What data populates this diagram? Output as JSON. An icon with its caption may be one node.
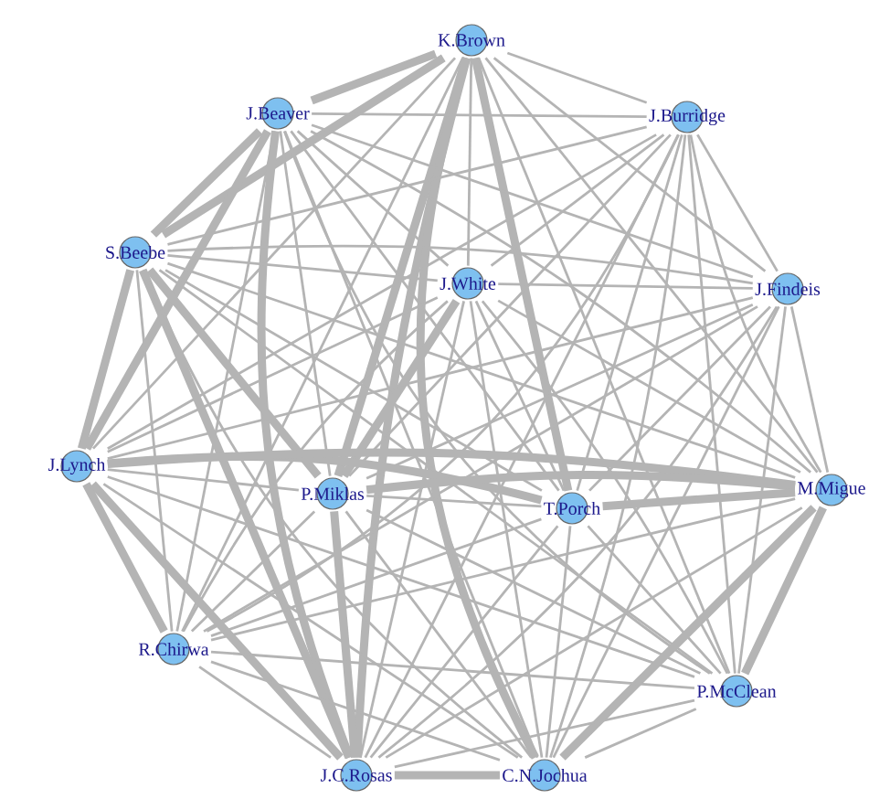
{
  "diagram": {
    "nodes": [
      {
        "text": [
          "K.Brown"
        ]
      },
      {
        "text": [
          "J.Beaver"
        ]
      },
      {
        "text": [
          "J.Burridge"
        ]
      },
      {
        "text": [
          "S.Beebe"
        ]
      },
      {
        "text": [
          "J.White"
        ]
      },
      {
        "text": [
          "J.Findeis"
        ]
      },
      {
        "text": [
          "J.Lynch"
        ]
      },
      {
        "text": [
          "P.Miklas"
        ]
      },
      {
        "text": [
          "T.Porch"
        ]
      },
      {
        "text": [
          "M.Migue"
        ]
      },
      {
        "text": [
          "R.Chirwa"
        ]
      },
      {
        "text": [
          "P.McClean"
        ]
      },
      {
        "text": [
          "J.C.Rosas"
        ]
      },
      {
        "text": [
          "C.N.Jochua"
        ]
      }
    ],
    "edges": [
      {
        "from": 0,
        "to": 1,
        "arrow": "none",
        "style": "thick"
      },
      {
        "from": 0,
        "to": 2,
        "arrow": "none"
      },
      {
        "from": 0,
        "to": 3,
        "arrow": "none",
        "style": "thick"
      },
      {
        "from": 0,
        "to": 4,
        "arrow": "none"
      },
      {
        "from": 0,
        "to": 5,
        "arrow": "none"
      },
      {
        "from": 0,
        "to": 6,
        "arrow": "none"
      },
      {
        "from": 0,
        "to": 7,
        "arrow": "none",
        "style": "thick"
      },
      {
        "from": 0,
        "to": 8,
        "arrow": "none",
        "style": "thick"
      },
      {
        "from": 0,
        "to": 9,
        "arrow": "none"
      },
      {
        "from": 0,
        "to": 10,
        "arrow": "none"
      },
      {
        "from": 0,
        "to": 11,
        "arrow": "none"
      },
      {
        "from": 0,
        "to": 12,
        "arrow": "none",
        "style": "thick"
      },
      {
        "from": 0,
        "to": 13,
        "arrow": "none",
        "style": "thick"
      },
      {
        "from": 1,
        "to": 2,
        "arrow": "none"
      },
      {
        "from": 1,
        "to": 3,
        "arrow": "none",
        "style": "thick"
      },
      {
        "from": 1,
        "to": 4,
        "arrow": "none"
      },
      {
        "from": 1,
        "to": 5,
        "arrow": "none"
      },
      {
        "from": 1,
        "to": 6,
        "arrow": "none",
        "style": "thick"
      },
      {
        "from": 1,
        "to": 7,
        "arrow": "none"
      },
      {
        "from": 1,
        "to": 8,
        "arrow": "none"
      },
      {
        "from": 1,
        "to": 9,
        "arrow": "none"
      },
      {
        "from": 1,
        "to": 10,
        "arrow": "none"
      },
      {
        "from": 1,
        "to": 11,
        "arrow": "none"
      },
      {
        "from": 1,
        "to": 12,
        "arrow": "none",
        "style": "thick"
      },
      {
        "from": 1,
        "to": 13,
        "arrow": "none"
      },
      {
        "from": 2,
        "to": 3,
        "arrow": "none"
      },
      {
        "from": 2,
        "to": 4,
        "arrow": "none"
      },
      {
        "from": 2,
        "to": 5,
        "arrow": "none"
      },
      {
        "from": 2,
        "to": 6,
        "arrow": "none"
      },
      {
        "from": 2,
        "to": 7,
        "arrow": "none"
      },
      {
        "from": 2,
        "to": 8,
        "arrow": "none"
      },
      {
        "from": 2,
        "to": 9,
        "arrow": "none"
      },
      {
        "from": 2,
        "to": 10,
        "arrow": "none"
      },
      {
        "from": 2,
        "to": 11,
        "arrow": "none"
      },
      {
        "from": 2,
        "to": 12,
        "arrow": "none"
      },
      {
        "from": 2,
        "to": 13,
        "arrow": "none"
      },
      {
        "from": 3,
        "to": 4,
        "arrow": "none"
      },
      {
        "from": 3,
        "to": 5,
        "arrow": "none"
      },
      {
        "from": 3,
        "to": 6,
        "arrow": "none",
        "style": "thick"
      },
      {
        "from": 3,
        "to": 7,
        "arrow": "none",
        "style": "thick"
      },
      {
        "from": 3,
        "to": 8,
        "arrow": "none"
      },
      {
        "from": 3,
        "to": 9,
        "arrow": "none"
      },
      {
        "from": 3,
        "to": 10,
        "arrow": "none"
      },
      {
        "from": 3,
        "to": 11,
        "arrow": "none"
      },
      {
        "from": 3,
        "to": 12,
        "arrow": "none",
        "style": "thick"
      },
      {
        "from": 3,
        "to": 13,
        "arrow": "none"
      },
      {
        "from": 4,
        "to": 5,
        "arrow": "none"
      },
      {
        "from": 4,
        "to": 6,
        "arrow": "none"
      },
      {
        "from": 4,
        "to": 7,
        "arrow": "none",
        "style": "thick"
      },
      {
        "from": 4,
        "to": 8,
        "arrow": "none"
      },
      {
        "from": 4,
        "to": 9,
        "arrow": "none"
      },
      {
        "from": 4,
        "to": 10,
        "arrow": "none"
      },
      {
        "from": 4,
        "to": 11,
        "arrow": "none"
      },
      {
        "from": 4,
        "to": 12,
        "arrow": "none"
      },
      {
        "from": 4,
        "to": 13,
        "arrow": "none"
      },
      {
        "from": 5,
        "to": 6,
        "arrow": "none"
      },
      {
        "from": 5,
        "to": 7,
        "arrow": "none"
      },
      {
        "from": 5,
        "to": 8,
        "arrow": "none"
      },
      {
        "from": 5,
        "to": 9,
        "arrow": "none"
      },
      {
        "from": 5,
        "to": 10,
        "arrow": "none"
      },
      {
        "from": 5,
        "to": 11,
        "arrow": "none"
      },
      {
        "from": 5,
        "to": 12,
        "arrow": "none"
      },
      {
        "from": 5,
        "to": 13,
        "arrow": "none"
      },
      {
        "from": 6,
        "to": 7,
        "arrow": "none"
      },
      {
        "from": 6,
        "to": 8,
        "arrow": "none",
        "style": "thick"
      },
      {
        "from": 6,
        "to": 9,
        "arrow": "none",
        "style": "thick"
      },
      {
        "from": 6,
        "to": 10,
        "arrow": "none",
        "style": "thick"
      },
      {
        "from": 6,
        "to": 11,
        "arrow": "none"
      },
      {
        "from": 6,
        "to": 12,
        "arrow": "none",
        "style": "thick"
      },
      {
        "from": 6,
        "to": 13,
        "arrow": "none"
      },
      {
        "from": 7,
        "to": 8,
        "arrow": "none"
      },
      {
        "from": 7,
        "to": 9,
        "arrow": "none",
        "style": "thick"
      },
      {
        "from": 7,
        "to": 10,
        "arrow": "none"
      },
      {
        "from": 7,
        "to": 11,
        "arrow": "none"
      },
      {
        "from": 7,
        "to": 12,
        "arrow": "none",
        "style": "thick"
      },
      {
        "from": 7,
        "to": 13,
        "arrow": "none"
      },
      {
        "from": 8,
        "to": 9,
        "arrow": "none",
        "style": "thick"
      },
      {
        "from": 8,
        "to": 10,
        "arrow": "none"
      },
      {
        "from": 8,
        "to": 11,
        "arrow": "none"
      },
      {
        "from": 8,
        "to": 12,
        "arrow": "none"
      },
      {
        "from": 8,
        "to": 13,
        "arrow": "none"
      },
      {
        "from": 9,
        "to": 10,
        "arrow": "none"
      },
      {
        "from": 9,
        "to": 11,
        "arrow": "none",
        "style": "thick"
      },
      {
        "from": 9,
        "to": 12,
        "arrow": "none"
      },
      {
        "from": 9,
        "to": 13,
        "arrow": "none",
        "style": "thick"
      },
      {
        "from": 10,
        "to": 11,
        "arrow": "none"
      },
      {
        "from": 10,
        "to": 12,
        "arrow": "none"
      },
      {
        "from": 10,
        "to": 13,
        "arrow": "none"
      },
      {
        "from": 11,
        "to": 12,
        "arrow": "none"
      },
      {
        "from": 11,
        "to": 13,
        "arrow": "none"
      },
      {
        "from": 12,
        "to": 13,
        "arrow": "none",
        "style": "thick"
      }
    ]
  }
}
